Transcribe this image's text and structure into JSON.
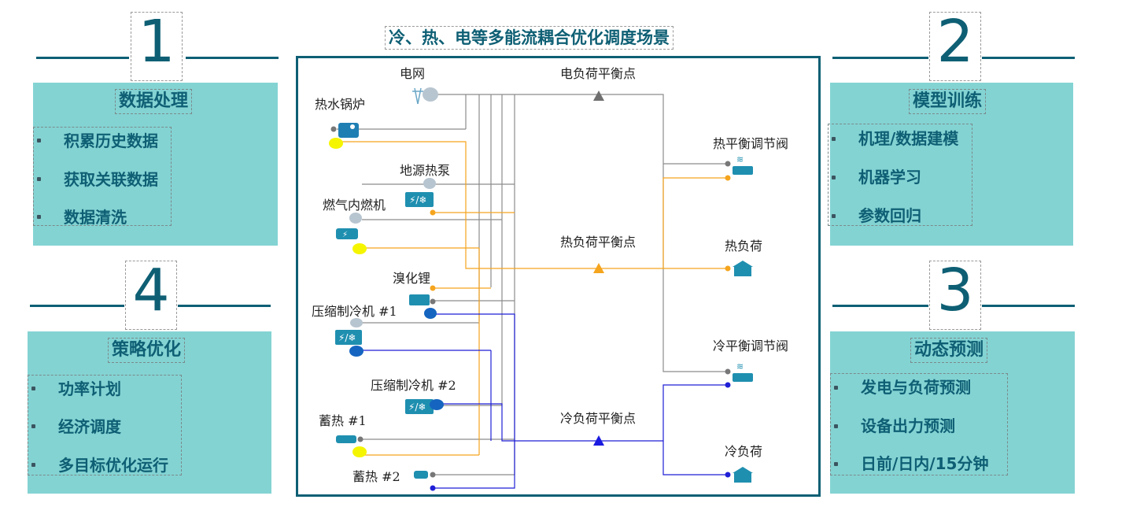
{
  "main_title": "冷、热、电等多能流耦合优化调度场景",
  "colors": {
    "accent": "#0e5f74",
    "panel": "#84d3d3",
    "heat": "#f5a41d",
    "cold": "#1f1fd6",
    "grid": "#8c8c8c",
    "yellow": "#f5f500"
  },
  "panels": {
    "p1": {
      "number": "1",
      "title": "数据处理",
      "items": [
        "积累历史数据",
        "获取关联数据",
        "数据清洗"
      ]
    },
    "p2": {
      "number": "2",
      "title": "模型训练",
      "items": [
        "机理/数据建模",
        "机器学习",
        "参数回归"
      ]
    },
    "p3": {
      "number": "3",
      "title": "动态预测",
      "items": [
        "发电与负荷预测",
        "设备出力预测",
        "日前/日内/15分钟"
      ]
    },
    "p4": {
      "number": "4",
      "title": "策略优化",
      "items": [
        "功率计划",
        "经济调度",
        "多目标优化运行"
      ]
    }
  },
  "diagram": {
    "grid": "电网",
    "boiler": "热水锅炉",
    "ground_heat_pump": "地源热泵",
    "gas_engine": "燃气内燃机",
    "libr": "溴化锂",
    "chiller1": "压缩制冷机  #1",
    "chiller2": "压缩制冷机  #2",
    "storage1": "蓄热  #1",
    "storage2": "蓄热  #2",
    "elec_balance": "电负荷平衡点",
    "heat_balance": "热负荷平衡点",
    "cold_balance": "冷负荷平衡点",
    "heat_valve": "热平衡调节阀",
    "heat_load": "热负荷",
    "cold_valve": "冷平衡调节阀",
    "cold_load": "冷负荷"
  }
}
